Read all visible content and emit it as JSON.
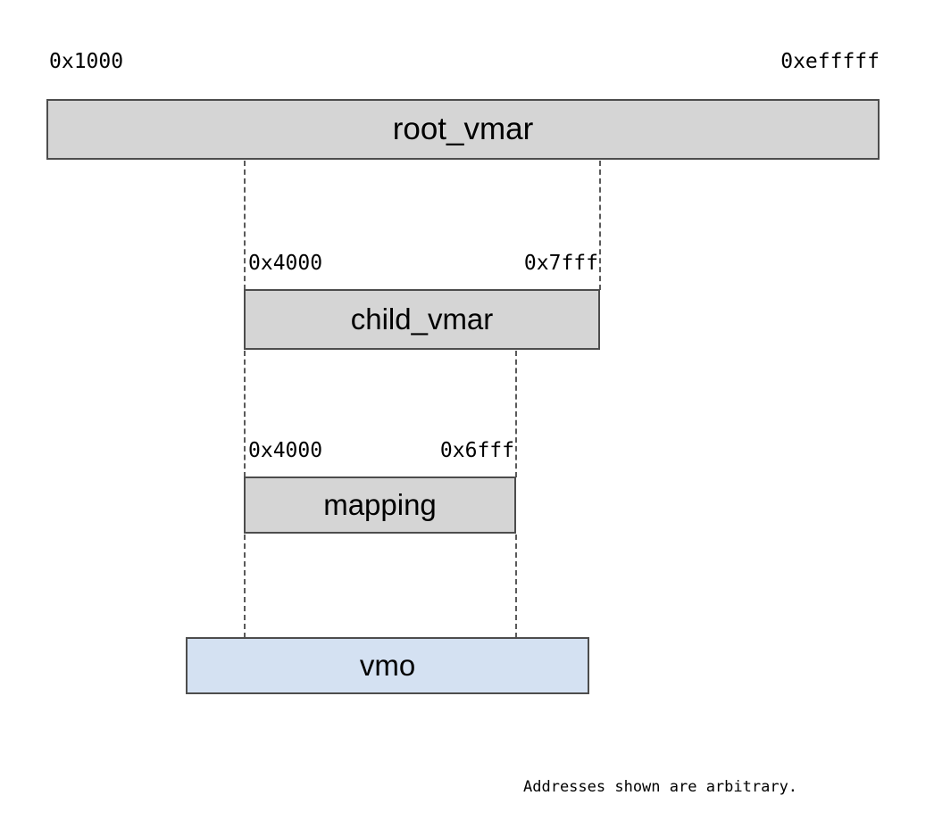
{
  "diagram": {
    "title_note": "Addresses shown are arbitrary.",
    "colors": {
      "vmar_fill": "#d5d5d5",
      "vmo_fill": "#d4e1f2",
      "box_border": "#4d4d4d",
      "dash_line": "#5a5a5a",
      "text": "#000000",
      "background": "#ffffff"
    },
    "nodes": [
      {
        "id": "root_vmar",
        "label": "root_vmar",
        "kind": "vmar",
        "start_addr": "0x1000",
        "end_addr": "0xefffff"
      },
      {
        "id": "child_vmar",
        "label": "child_vmar",
        "kind": "vmar",
        "start_addr": "0x4000",
        "end_addr": "0x7fff"
      },
      {
        "id": "mapping",
        "label": "mapping",
        "kind": "vmar",
        "start_addr": "0x4000",
        "end_addr": "0x6fff"
      },
      {
        "id": "vmo",
        "label": "vmo",
        "kind": "vmo",
        "start_addr": "",
        "end_addr": ""
      }
    ]
  }
}
